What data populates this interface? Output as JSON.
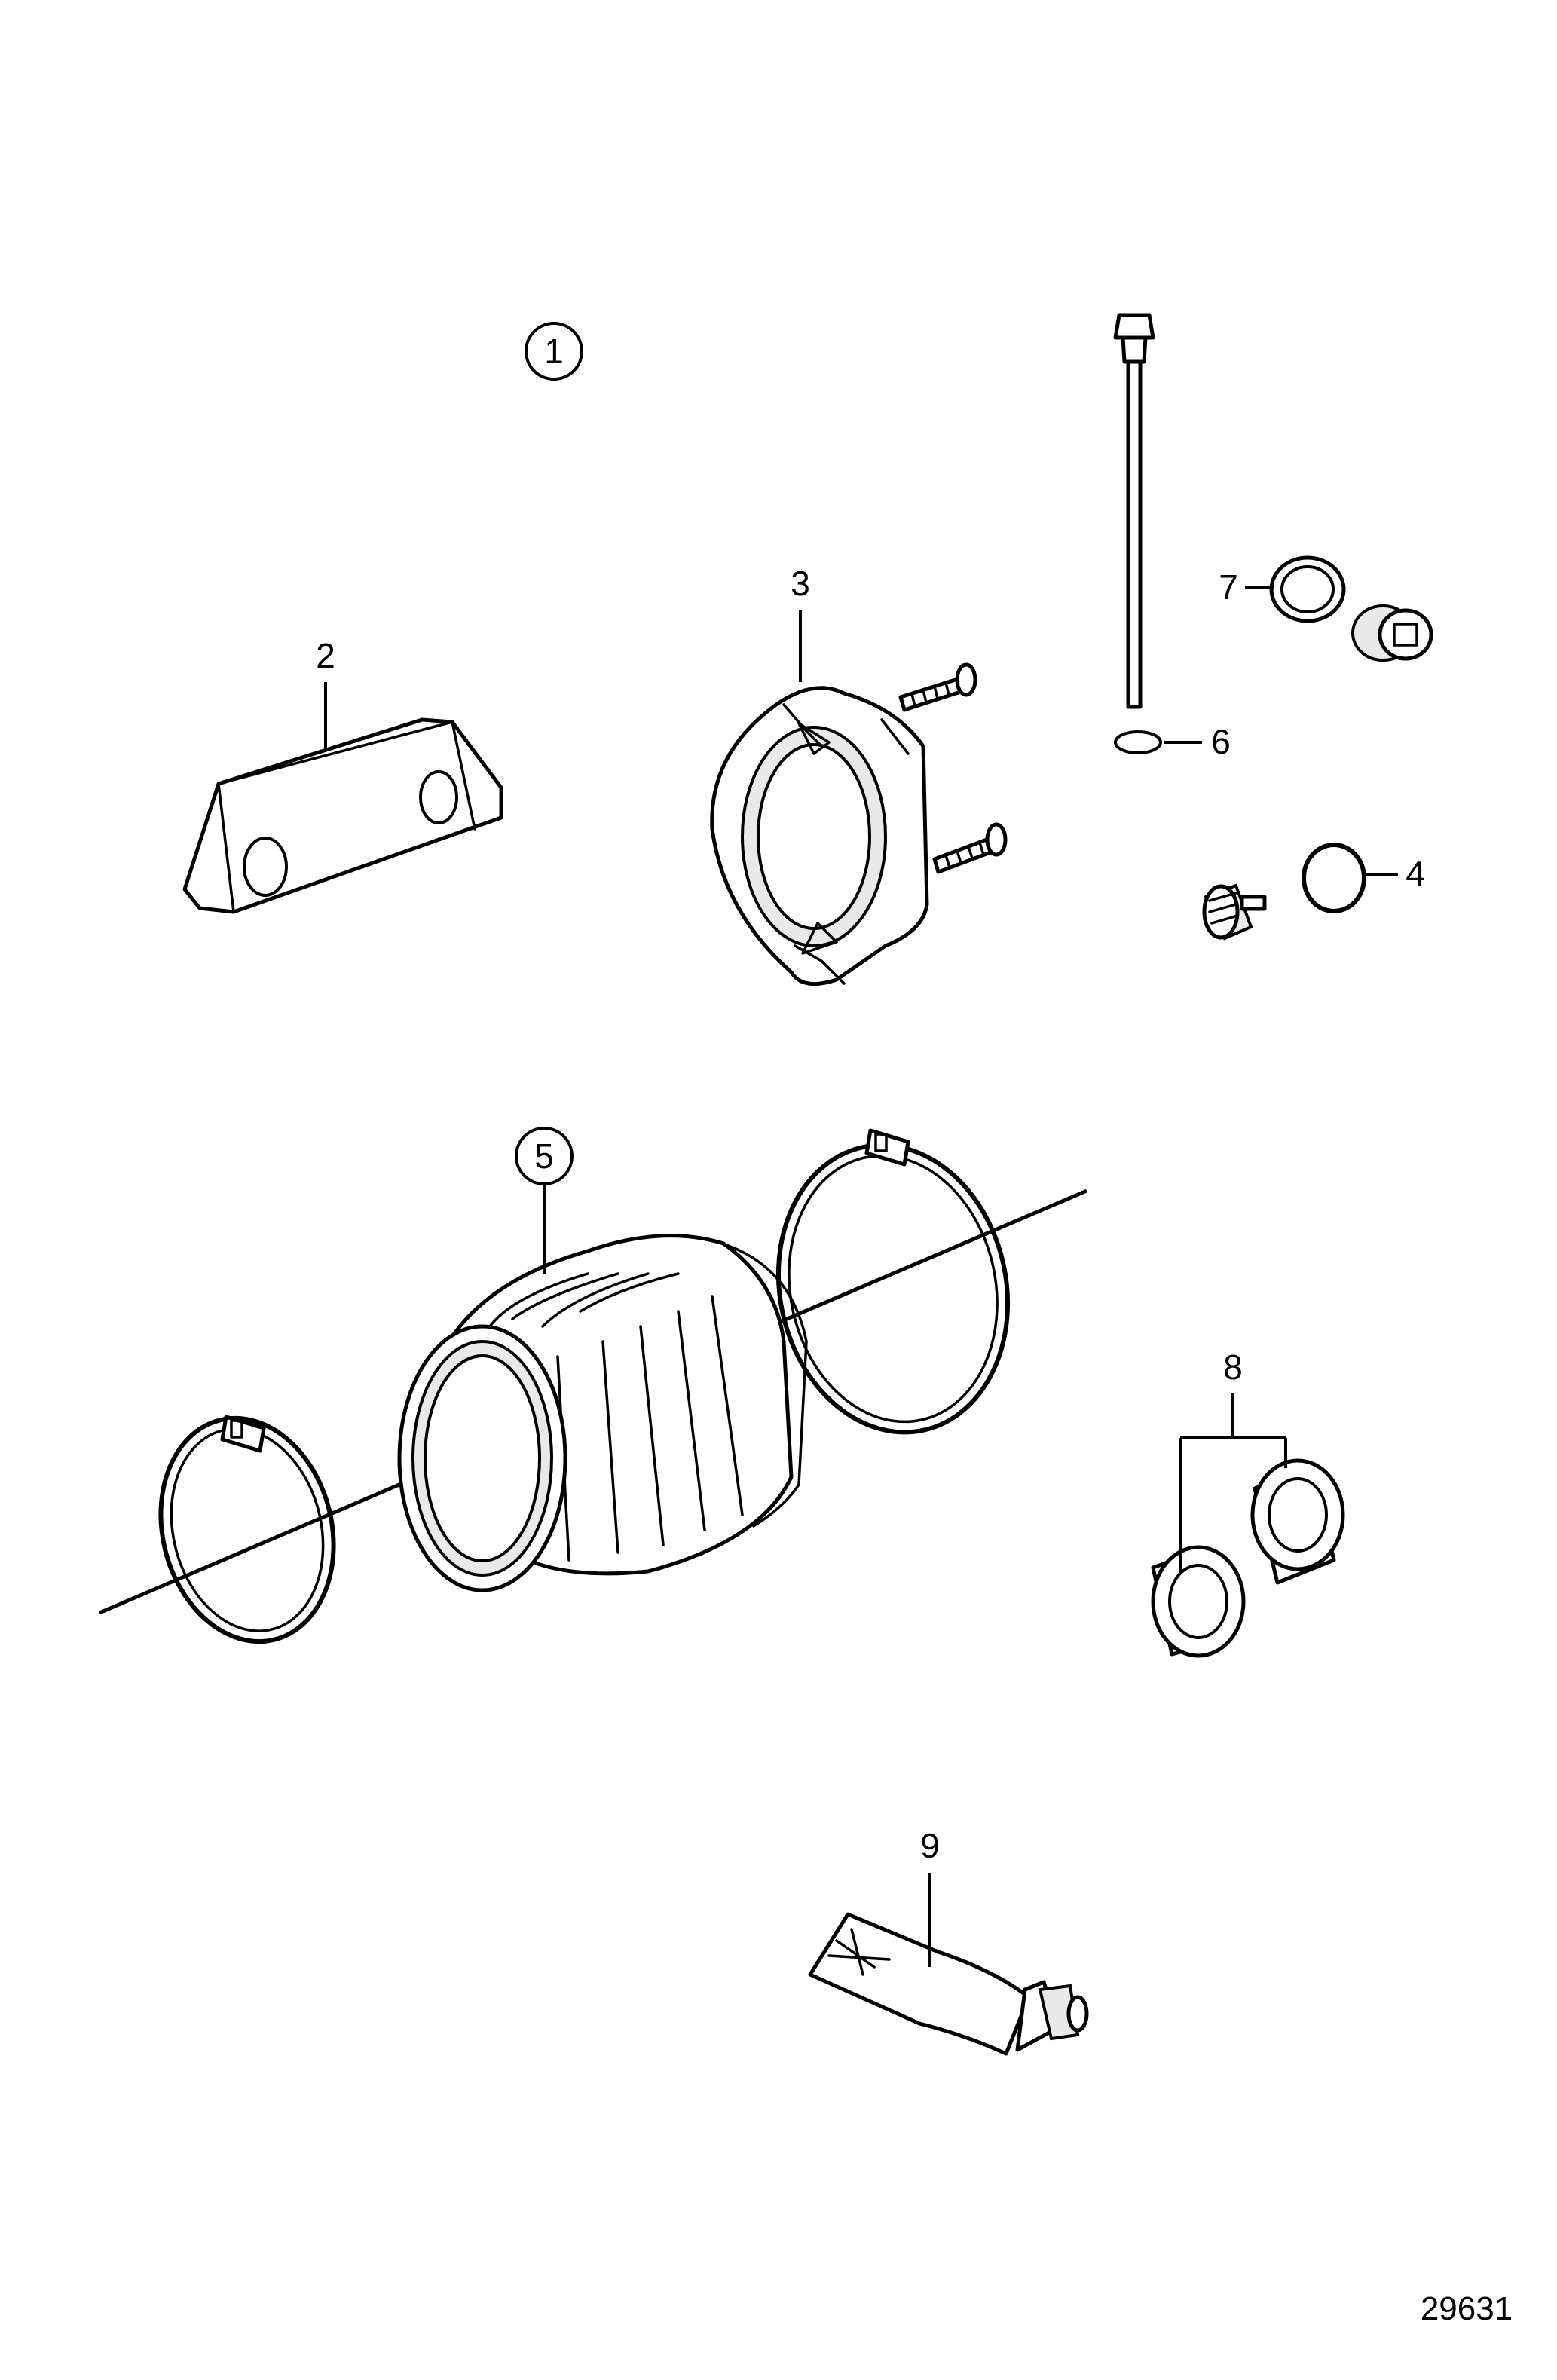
{
  "callouts": [
    {
      "id": "1",
      "label": "1",
      "circled": true
    },
    {
      "id": "2",
      "label": "2",
      "circled": false
    },
    {
      "id": "3",
      "label": "3",
      "circled": false
    },
    {
      "id": "4",
      "label": "4",
      "circled": false
    },
    {
      "id": "5",
      "label": "5",
      "circled": true
    },
    {
      "id": "6",
      "label": "6",
      "circled": false
    },
    {
      "id": "7",
      "label": "7",
      "circled": false
    },
    {
      "id": "8",
      "label": "8",
      "circled": false
    },
    {
      "id": "9",
      "label": "9",
      "circled": false
    }
  ],
  "figure_number": "29631"
}
